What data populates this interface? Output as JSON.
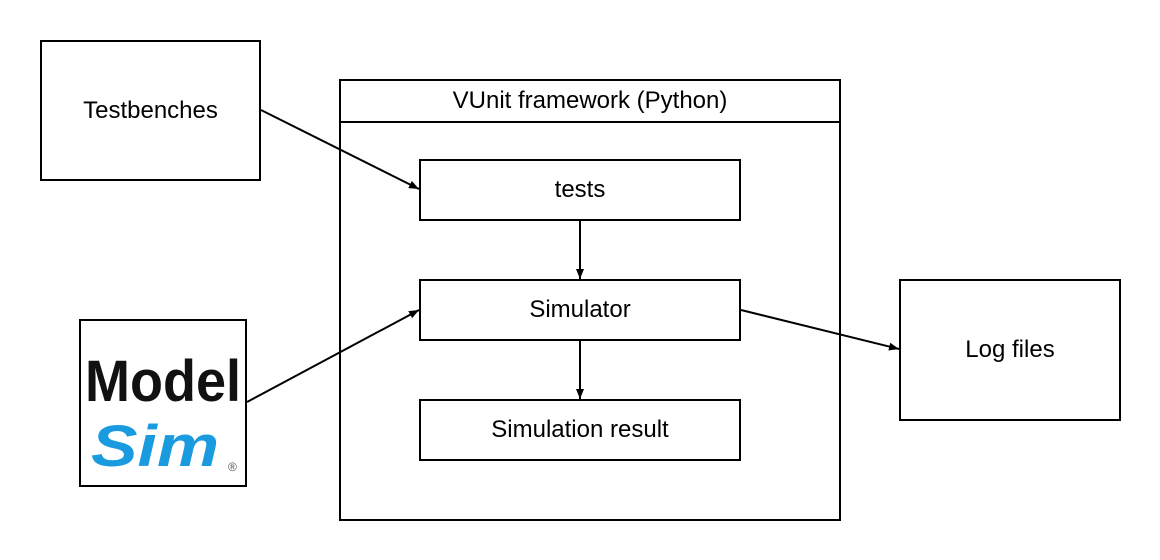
{
  "nodes": {
    "testbenches": "Testbenches",
    "framework": "VUnit framework (Python)",
    "tests": "tests",
    "simulator": "Simulator",
    "simulation_result": "Simulation result",
    "log_files": "Log files"
  },
  "logo": {
    "line1": "Model",
    "line2": "Sim",
    "mark": "®",
    "colors": {
      "model": "#111111",
      "sim": "#1a9be0"
    }
  },
  "edges": [
    {
      "from": "Testbenches",
      "to": "tests"
    },
    {
      "from": "tests",
      "to": "Simulator"
    },
    {
      "from": "ModelSim",
      "to": "Simulator"
    },
    {
      "from": "Simulator",
      "to": "Simulation result"
    },
    {
      "from": "Simulator",
      "to": "Log files"
    }
  ]
}
